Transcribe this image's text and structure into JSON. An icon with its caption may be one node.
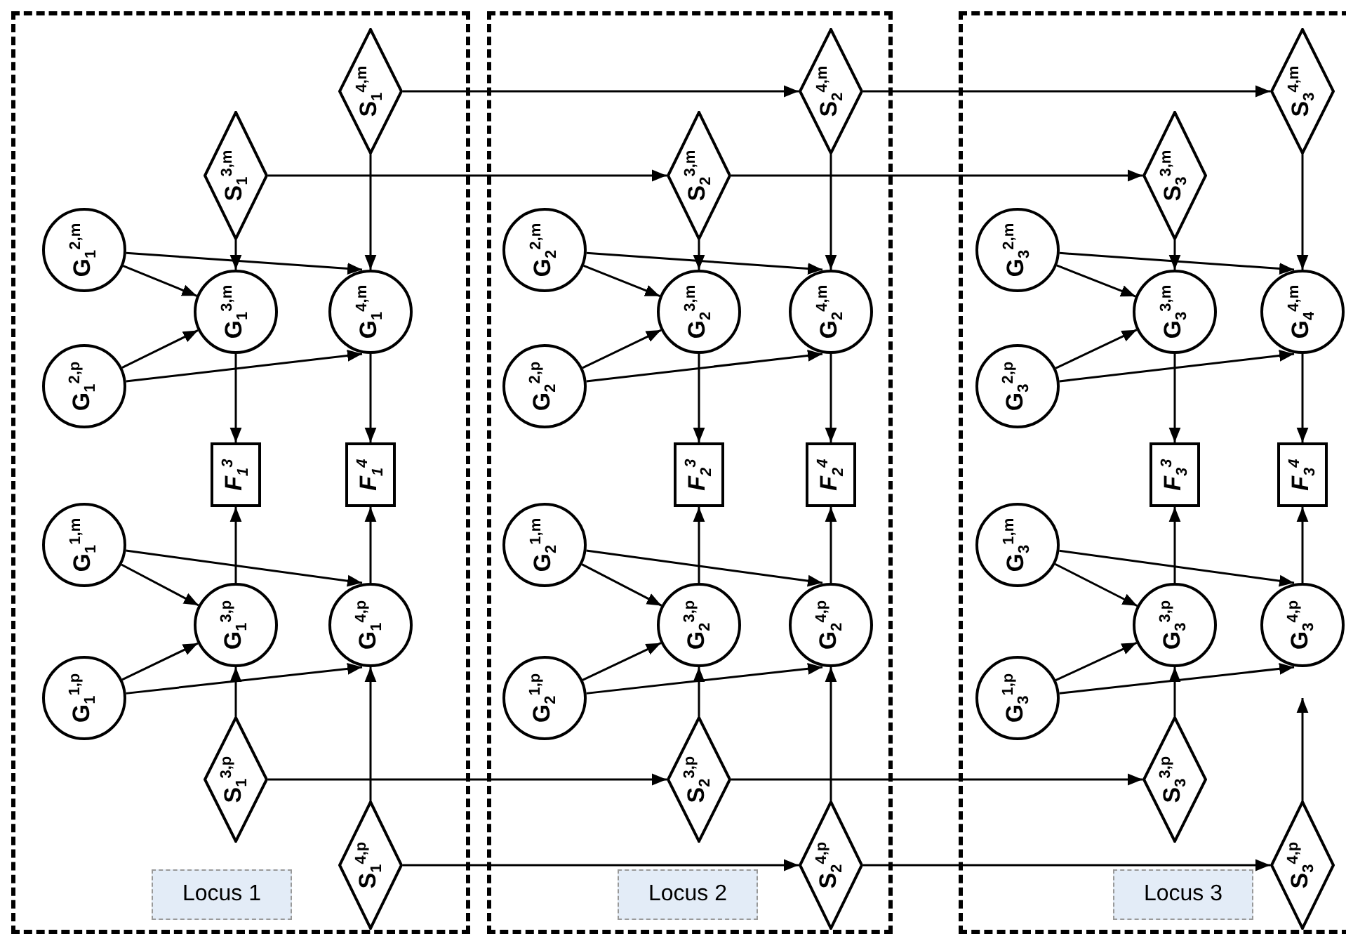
{
  "diagram": {
    "nodes": [
      {
        "text": [],
        "shape": "box"
      },
      {
        "text": [
          "S$_{1}$$^{4,m}$"
        ],
        "in": 0
      },
      {
        "text": [
          "S$_{1}$$^{3,m}$"
        ],
        "in": 0
      },
      {
        "text": [
          "G$_{1}$$^{2,m}$"
        ],
        "in": 0
      },
      {
        "text": [
          "G$_{1}$$^{3,m}$"
        ],
        "in": 0
      },
      {
        "text": [
          "G$_{1}$$^{4,m}$"
        ],
        "in": 0
      },
      {
        "text": [
          "G$_{1}$$^{2,p}$"
        ],
        "in": 0
      },
      {
        "text": [
          "F$_{1}$$^{3}$"
        ],
        "in": 0
      },
      {
        "text": [
          "F$_{1}$$^{4}$"
        ],
        "in": 0
      },
      {
        "text": [
          "G$_{1}$$^{1,m}$"
        ],
        "in": 0
      },
      {
        "text": [
          "G$_{1}$$^{3,p}$"
        ],
        "in": 0
      },
      {
        "text": [
          "G$_{1}$$^{4,p}$"
        ],
        "in": 0
      },
      {
        "text": [
          "G$_{1}$$^{1,p}$"
        ],
        "in": 0
      },
      {
        "text": [
          "S$_{1}$$^{3,p}$"
        ],
        "in": 0
      },
      {
        "text": [
          "S$_{1}$$^{4,p}$"
        ],
        "in": 0
      },
      {
        "text": [
          "Locus 1"
        ],
        "in": 0
      },
      {
        "text": [],
        "shape": "box"
      },
      {
        "text": [
          "S$_{2}$$^{4,m}$"
        ],
        "in": 16
      },
      {
        "text": [
          "S$_{2}$$^{3,m}$"
        ],
        "in": 16
      },
      {
        "text": [
          "G$_{2}$$^{2,m}$"
        ],
        "in": 16
      },
      {
        "text": [
          "G$_{2}$$^{3,m}$"
        ],
        "in": 16
      },
      {
        "text": [
          "G$_{2}$$^{4,m}$"
        ],
        "in": 16
      },
      {
        "text": [
          "G$_{2}$$^{2,p}$"
        ],
        "in": 16
      },
      {
        "text": [
          "F$_{2}$$^{3}$"
        ],
        "in": 16
      },
      {
        "text": [
          "F$_{2}$$^{4}$"
        ],
        "in": 16
      },
      {
        "text": [
          "G$_{2}$$^{1,m}$"
        ],
        "in": 16
      },
      {
        "text": [
          "G$_{2}$$^{3,p}$"
        ],
        "in": 16
      },
      {
        "text": [
          "G$_{2}$$^{4,p}$"
        ],
        "in": 16
      },
      {
        "text": [
          "G$_{2}$$^{1,p}$"
        ],
        "in": 16
      },
      {
        "text": [
          "S$_{2}$$^{3,p}$"
        ],
        "in": 16
      },
      {
        "text": [
          "S$_{2}$$^{4,p}$"
        ],
        "in": 16
      },
      {
        "text": [
          "Locus 2"
        ],
        "in": 16
      },
      {
        "text": [],
        "shape": "box"
      },
      {
        "text": [
          "S$_{3}$$^{4,m}$"
        ],
        "in": 32
      },
      {
        "text": [
          "S$_{3}$$^{3,m}$"
        ],
        "in": 32
      },
      {
        "text": [
          "G$_{3}$$^{2,m}$"
        ],
        "in": 32
      },
      {
        "text": [
          "G$_{3}$$^{3,m}$"
        ],
        "in": 32
      },
      {
        "text": [
          "G$_{4}$$^{4,m}$"
        ],
        "in": 32
      },
      {
        "text": [
          "G$_{3}$$^{2,p}$"
        ],
        "in": 32
      },
      {
        "text": [
          "F$_{3}$$^{3}$"
        ],
        "in": 32
      },
      {
        "text": [
          "F$_{3}$$^{4}$"
        ],
        "in": 32
      },
      {
        "text": [
          "G$_{3}$$^{1,m}$"
        ],
        "in": 32
      },
      {
        "text": [
          "G$_{3}$$^{3,p}$"
        ],
        "in": 32
      },
      {
        "text": [
          "G$_{3}$$^{4,p}$"
        ],
        "in": 32
      },
      {
        "text": [
          "G$_{3}$$^{1,p}$"
        ],
        "in": 32
      },
      {
        "text": [
          "S$_{3}$$^{3,p}$"
        ],
        "in": 32
      },
      {
        "text": [
          "S$_{3}$$^{4,p}$"
        ],
        "in": 32
      },
      {
        "text": [
          "Locus 3"
        ],
        "in": 32
      }
    ],
    "edges": [
      {
        "from": 2,
        "to": 4,
        "arrow": "to"
      },
      {
        "from": 1,
        "to": 5,
        "arrow": "to"
      },
      {
        "from": 3,
        "to": 4,
        "arrow": "to"
      },
      {
        "from": 3,
        "to": 5,
        "arrow": "to"
      },
      {
        "from": 6,
        "to": 4,
        "arrow": "to"
      },
      {
        "from": 6,
        "to": 5,
        "arrow": "to"
      },
      {
        "from": 4,
        "to": 7,
        "arrow": "to"
      },
      {
        "from": 5,
        "to": 8,
        "arrow": "to"
      },
      {
        "from": 10,
        "to": 7,
        "arrow": "to"
      },
      {
        "from": 11,
        "to": 8,
        "arrow": "to"
      },
      {
        "from": 9,
        "to": 10,
        "arrow": "to"
      },
      {
        "from": 9,
        "to": 11,
        "arrow": "to"
      },
      {
        "from": 12,
        "to": 10,
        "arrow": "to"
      },
      {
        "from": 12,
        "to": 11,
        "arrow": "to"
      },
      {
        "from": 13,
        "to": 10,
        "arrow": "to"
      },
      {
        "from": 14,
        "to": 11,
        "arrow": "to"
      },
      {
        "from": 18,
        "to": 20,
        "arrow": "to"
      },
      {
        "from": 17,
        "to": 21,
        "arrow": "to"
      },
      {
        "from": 19,
        "to": 20,
        "arrow": "to"
      },
      {
        "from": 19,
        "to": 21,
        "arrow": "to"
      },
      {
        "from": 22,
        "to": 20,
        "arrow": "to"
      },
      {
        "from": 22,
        "to": 21,
        "arrow": "to"
      },
      {
        "from": 20,
        "to": 23,
        "arrow": "to"
      },
      {
        "from": 21,
        "to": 24,
        "arrow": "to"
      },
      {
        "from": 26,
        "to": 23,
        "arrow": "to"
      },
      {
        "from": 27,
        "to": 24,
        "arrow": "to"
      },
      {
        "from": 25,
        "to": 26,
        "arrow": "to"
      },
      {
        "from": 25,
        "to": 27,
        "arrow": "to"
      },
      {
        "from": 28,
        "to": 26,
        "arrow": "to"
      },
      {
        "from": 28,
        "to": 27,
        "arrow": "to"
      },
      {
        "from": 29,
        "to": 26,
        "arrow": "to"
      },
      {
        "from": 30,
        "to": 27,
        "arrow": "to"
      },
      {
        "from": 34,
        "to": 36,
        "arrow": "to"
      },
      {
        "from": 33,
        "to": 37,
        "arrow": "to"
      },
      {
        "from": 35,
        "to": 36,
        "arrow": "to"
      },
      {
        "from": 35,
        "to": 37,
        "arrow": "to"
      },
      {
        "from": 38,
        "to": 36,
        "arrow": "to"
      },
      {
        "from": 38,
        "to": 37,
        "arrow": "to"
      },
      {
        "from": 36,
        "to": 39,
        "arrow": "to"
      },
      {
        "from": 37,
        "to": 40,
        "arrow": "to"
      },
      {
        "from": 42,
        "to": 39,
        "arrow": "to"
      },
      {
        "from": 43,
        "to": 40,
        "arrow": "to"
      },
      {
        "from": 41,
        "to": 42,
        "arrow": "to"
      },
      {
        "from": 41,
        "to": 43,
        "arrow": "to"
      },
      {
        "from": 44,
        "to": 42,
        "arrow": "to"
      },
      {
        "from": 44,
        "to": 43,
        "arrow": "to"
      },
      {
        "from": 45,
        "to": 42,
        "arrow": "to"
      },
      {
        "from": 46,
        "to": 43,
        "arrow": "to"
      },
      {
        "from": 1,
        "to": 17,
        "arrow": "to"
      },
      {
        "from": 17,
        "to": 33,
        "arrow": "to"
      },
      {
        "from": 2,
        "to": 18,
        "arrow": "to"
      },
      {
        "from": 18,
        "to": 34,
        "arrow": "to"
      },
      {
        "from": 13,
        "to": 29,
        "arrow": "to"
      },
      {
        "from": 29,
        "to": 45,
        "arrow": "to"
      },
      {
        "from": 14,
        "to": 30,
        "arrow": "to"
      },
      {
        "from": 30,
        "to": 46,
        "arrow": "to"
      }
    ]
  }
}
